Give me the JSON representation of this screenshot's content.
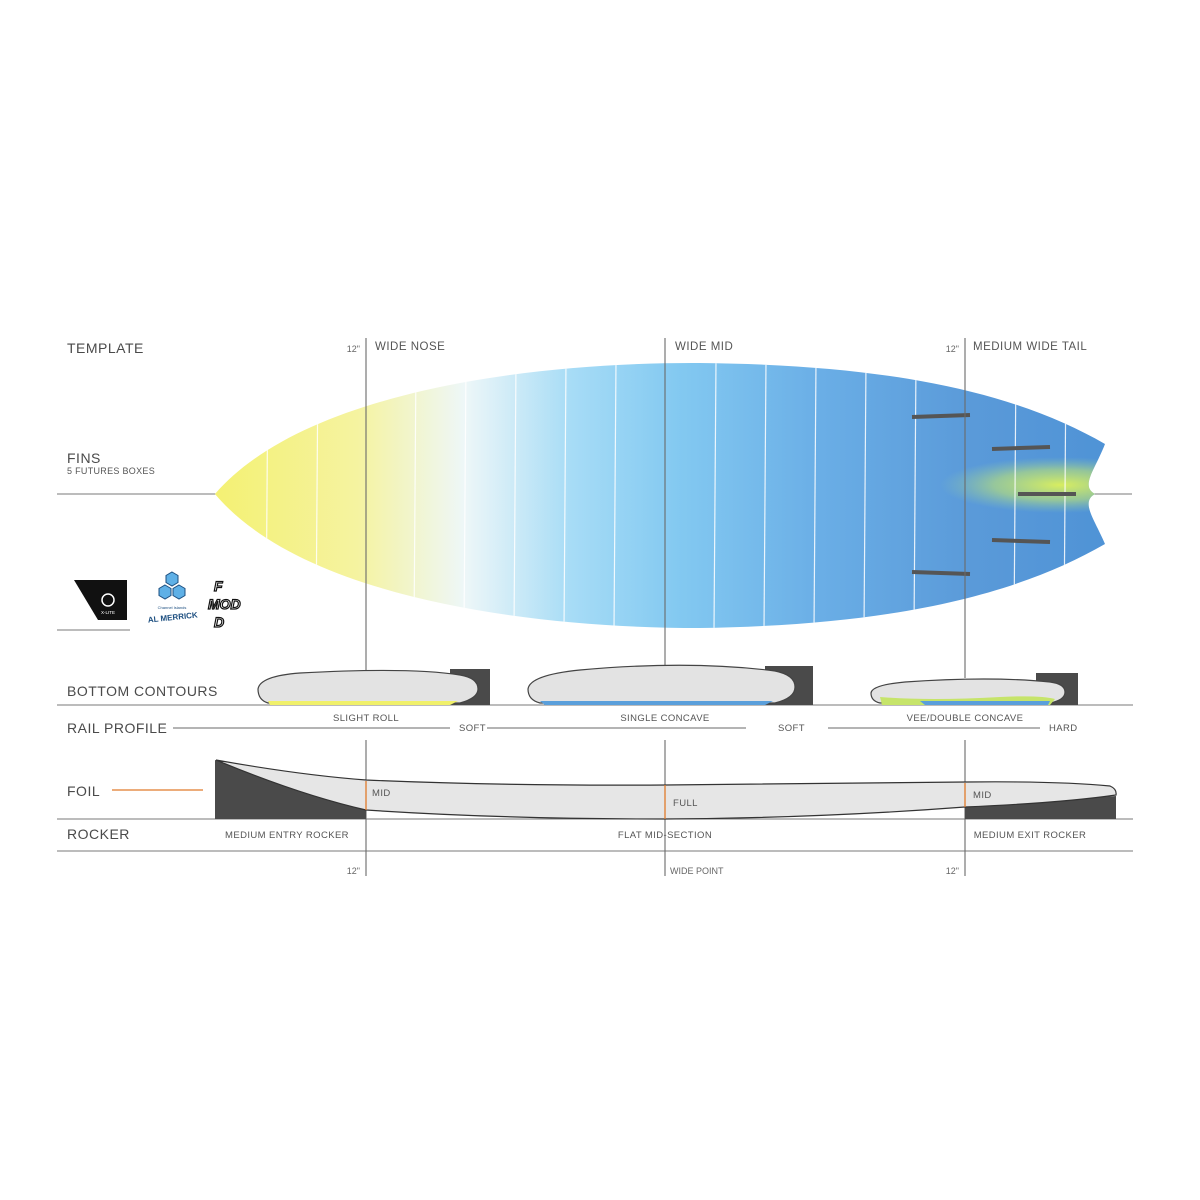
{
  "sections": {
    "template": "TEMPLATE",
    "fins": "FINS",
    "fins_sub": "5 FUTURES BOXES",
    "bottom_contours": "BOTTOM  CONTOURS",
    "rail_profile": "RAIL PROFILE",
    "foil": "FOIL",
    "rocker": "ROCKER"
  },
  "template": {
    "nose_measure": "12\"",
    "nose_label": "WIDE NOSE",
    "mid_label": "WIDE MID",
    "tail_measure": "12\"",
    "tail_label": "MEDIUM WIDE TAIL"
  },
  "bottom": {
    "nose": "SLIGHT ROLL",
    "mid": "SINGLE CONCAVE",
    "tail": "VEE/DOUBLE CONCAVE"
  },
  "rail": {
    "nose": "SOFT",
    "mid": "SOFT",
    "tail": "HARD"
  },
  "foil": {
    "nose": "MID",
    "mid": "FULL",
    "tail": "MID"
  },
  "rocker": {
    "nose": "MEDIUM ENTRY ROCKER",
    "mid": "FLAT MID-SECTION",
    "tail": "MEDIUM EXIT ROCKER"
  },
  "footer": {
    "nose_measure": "12\"",
    "mid": "WIDE POINT",
    "tail_measure": "12\""
  },
  "logos": {
    "xlite": "X-LITE",
    "al_merrick": "AL MERRICK",
    "mod": "F MOD D"
  },
  "colors": {
    "yellow": "#f2f27a",
    "light_blue": "#7ecbf2",
    "blue": "#5a9fdb",
    "dark_gray": "#4a4a4a",
    "orange_marker": "#e07a2a",
    "line": "#6a6a6a"
  }
}
